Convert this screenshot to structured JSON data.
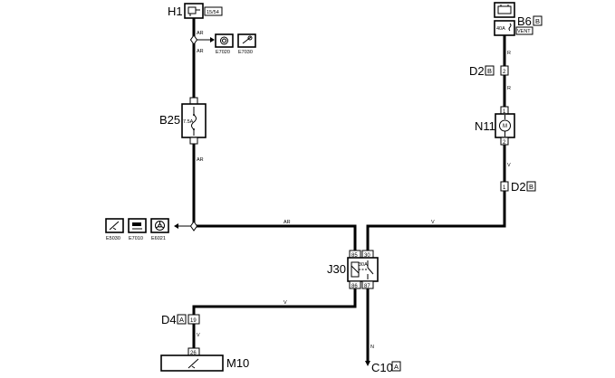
{
  "components": {
    "H1": {
      "name": "H1",
      "tag": "15/54"
    },
    "B6": {
      "name": "B6",
      "letter": "B",
      "fuse": "40A",
      "vent": "VENT"
    },
    "D2_top": {
      "name": "D2",
      "letter": "B",
      "pin": "2"
    },
    "N11": {
      "name": "N11",
      "pin_top": "1",
      "pin_bottom": "2",
      "motor": "M"
    },
    "D2_mid": {
      "name": "D2",
      "letter": "B",
      "pin": "1"
    },
    "B25": {
      "name": "B25",
      "fuse": "7.5A"
    },
    "J30": {
      "name": "J30",
      "pin_85": "85",
      "pin_30": "30",
      "pin_86": "86",
      "pin_87": "87",
      "fuse": "30A"
    },
    "D4": {
      "name": "D4",
      "letter": "A",
      "pin": "19"
    },
    "M10": {
      "name": "M10",
      "pin": "26"
    },
    "C10": {
      "name": "C10",
      "letter": "A"
    }
  },
  "wire_labels": {
    "h1_top": "AR",
    "h1_below": "AR",
    "b25_below": "AR",
    "horizontal_ar": "AR",
    "horizontal_v": "V",
    "b6_r1": "R",
    "b6_r2": "R",
    "n11_v": "V",
    "d4_v_horiz": "V",
    "d4_v_vert": "V",
    "c10_n": "N"
  },
  "references": {
    "top_right_1": "E7020",
    "top_right_2": "E7030",
    "left_1": "E5030",
    "left_2": "E7010",
    "left_3": "E6021"
  },
  "icons": [
    "battery-icon",
    "brake-icon",
    "wiper-icon",
    "horn-icon",
    "key-icon",
    "fan-icon",
    "motor-icon",
    "pump-icon"
  ]
}
